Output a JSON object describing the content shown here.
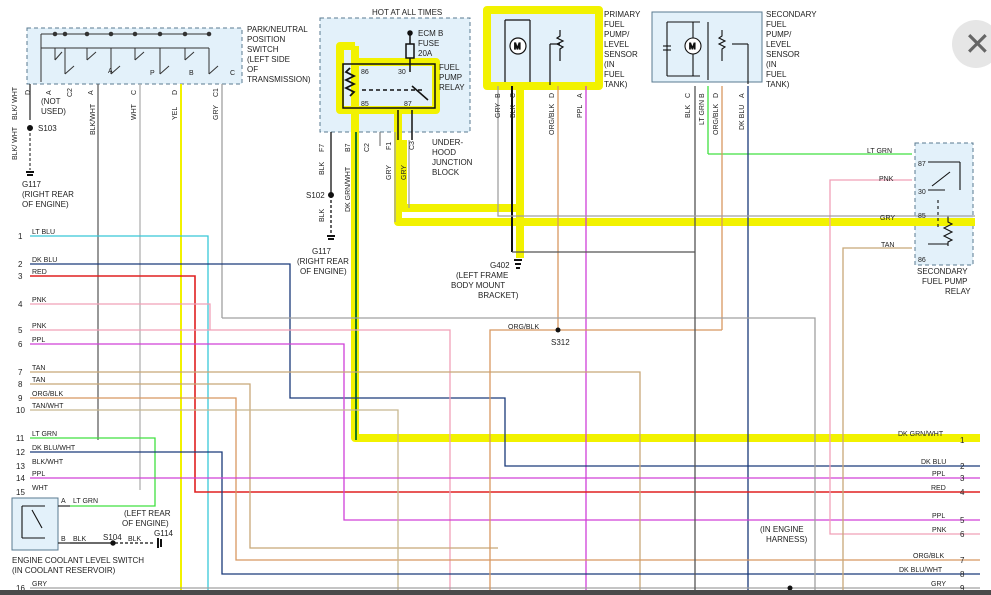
{
  "components": {
    "pnp_switch": "PARK/NEUTRAL POSITION SWITCH (LEFT SIDE OF TRANSMISSION)",
    "pnp_lines": [
      "PARK/NEUTRAL",
      "POSITION",
      "SWITCH",
      "(LEFT SIDE",
      "OF",
      "TRANSMISSION)"
    ],
    "hot_at_all_times": "HOT AT ALL TIMES",
    "fuse_lines": [
      "ECM B",
      "FUSE",
      "20A"
    ],
    "relay_lines": [
      "FUEL",
      "PUMP",
      "RELAY"
    ],
    "junction_lines": [
      "UNDER-",
      "HOOD",
      "JUNCTION",
      "BLOCK"
    ],
    "primary_lines": [
      "PRIMARY",
      "FUEL",
      "PUMP/",
      "LEVEL",
      "SENSOR",
      "(IN",
      "FUEL",
      "TANK)"
    ],
    "secondary_lines": [
      "SECONDARY",
      "FUEL",
      "PUMP/",
      "LEVEL",
      "SENSOR",
      "(IN",
      "FUEL",
      "TANK)"
    ],
    "secondary_relay_lines": [
      "SECONDARY",
      "FUEL PUMP",
      "RELAY"
    ],
    "coolant_lines": [
      "ENGINE COOLANT LEVEL SWITCH",
      "(IN COOLANT RESERVOIR)"
    ],
    "g117_a_lines": [
      "G117",
      "(RIGHT REAR",
      "OF ENGINE)"
    ],
    "g117_b_lines": [
      "G117",
      "(RIGHT REAR",
      "OF ENGINE)"
    ],
    "g402_lines": [
      "G402",
      "(LEFT FRAME",
      "BODY MOUNT",
      "BRACKET)"
    ],
    "g114_lines": [
      "(LEFT REAR",
      "OF ENGINE)",
      "G114"
    ],
    "harness_lines": [
      "(IN ENGINE",
      "HARNESS)"
    ],
    "not_used_lines": [
      "(NOT",
      "USED)"
    ]
  },
  "splices": {
    "s103": "S103",
    "s102": "S102",
    "s312": "S312",
    "s104": "S104"
  },
  "pins": {
    "pnp": [
      "D",
      "A",
      "C2",
      "A",
      "C",
      "P",
      "D",
      "B",
      "C",
      "C1"
    ],
    "pnp_switch_letters": [
      "A",
      "P",
      "B",
      "C"
    ],
    "relay": [
      "86",
      "30",
      "85",
      "87"
    ],
    "fuse_relay_bottom": [
      "F7",
      "B7",
      "C2",
      "F1",
      "C3"
    ],
    "primary": [
      "B",
      "C",
      "D",
      "A"
    ],
    "secondary": [
      "C",
      "B",
      "D",
      "A"
    ],
    "sec_relay": [
      "87",
      "30",
      "85",
      "86"
    ],
    "coolant": [
      "A",
      "B"
    ]
  },
  "wire_labels": {
    "pnp_cols": [
      "BLK/ WHT",
      "BLK/WHT",
      "WHT",
      "YEL",
      "GRY"
    ],
    "blk_wht_lower": "BLK/ WHT",
    "junction_cols": [
      "BLK",
      "DK GRN/WHT",
      "GRY",
      "GRY"
    ],
    "blk_lower": "BLK",
    "primary_cols": [
      "GRY",
      "BLK",
      "ORG/BLK",
      "PPL"
    ],
    "secondary_cols": [
      "BLK",
      "LT GRN",
      "ORG/BLK",
      "DK BLU"
    ],
    "sec_relay_inputs": [
      "LT GRN",
      "PNK",
      "GRY",
      "TAN"
    ],
    "orgblk_s312": "ORG/BLK",
    "coolant_a": "LT GRN",
    "coolant_b": [
      "BLK",
      "BLK"
    ]
  },
  "left_connector": [
    {
      "pin": "1",
      "label": "LT BLU",
      "color": "#38c8d8"
    },
    {
      "pin": "2",
      "label": "DK BLU",
      "color": "#1a3a7a"
    },
    {
      "pin": "3",
      "label": "RED",
      "color": "#e02020"
    },
    {
      "pin": "4",
      "label": "PNK",
      "color": "#f0a0b8"
    },
    {
      "pin": "5",
      "label": "PNK",
      "color": "#f0a0b8"
    },
    {
      "pin": "6",
      "label": "PPL",
      "color": "#d040d8"
    },
    {
      "pin": "7",
      "label": "TAN",
      "color": "#c8a878"
    },
    {
      "pin": "8",
      "label": "TAN",
      "color": "#c8a878"
    },
    {
      "pin": "9",
      "label": "ORG/BLK",
      "color": "#d89860"
    },
    {
      "pin": "10",
      "label": "TAN/WHT",
      "color": "#c8b890"
    },
    {
      "pin": "11",
      "label": "LT GRN",
      "color": "#40e040"
    },
    {
      "pin": "12",
      "label": "DK BLU/WHT",
      "color": "#1a3a7a"
    },
    {
      "pin": "13",
      "label": "BLK/WHT",
      "color": "#606060"
    },
    {
      "pin": "14",
      "label": "PPL",
      "color": "#d040d8"
    },
    {
      "pin": "15",
      "label": "WHT",
      "color": "#b0b0b0"
    },
    {
      "pin": "16",
      "label": "GRY",
      "color": "#a0a0a0"
    }
  ],
  "right_connector": [
    {
      "pin": "1",
      "label": "DK GRN/WHT"
    },
    {
      "pin": "2",
      "label": "DK BLU"
    },
    {
      "pin": "3",
      "label": "PPL"
    },
    {
      "pin": "4",
      "label": "RED"
    },
    {
      "pin": "5",
      "label": "PPL"
    },
    {
      "pin": "6",
      "label": "PNK"
    },
    {
      "pin": "7",
      "label": "ORG/BLK"
    },
    {
      "pin": "8",
      "label": "DK BLU/WHT"
    },
    {
      "pin": "9",
      "label": "GRY"
    }
  ],
  "colors": {
    "highlight": "#f2f200",
    "box_fill": "#e3f1fa",
    "box_stroke": "#5a7a90",
    "dk_grn_wht": "#1f7a1f",
    "black": "#111111"
  },
  "ui": {
    "close_icon": "close-icon",
    "close_glyph": "✕"
  }
}
